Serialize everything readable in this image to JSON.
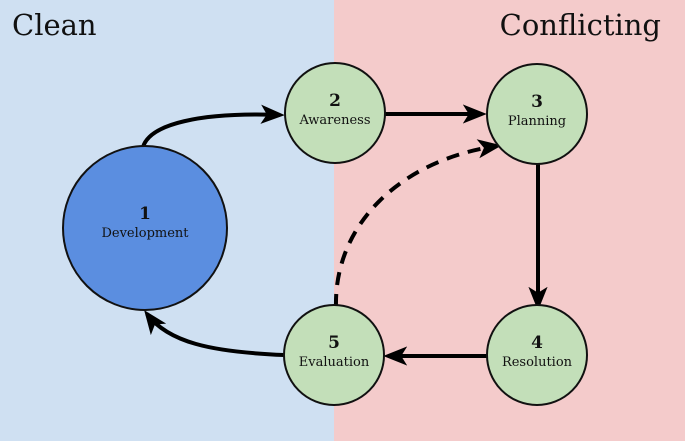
{
  "regions": {
    "left": {
      "title": "Clean",
      "color": "#cfe0f2"
    },
    "right": {
      "title": "Conflicting",
      "color": "#f4cbcb"
    }
  },
  "nodes": [
    {
      "id": "development",
      "number": "1",
      "label": "Development",
      "color": "#5b8ee0"
    },
    {
      "id": "awareness",
      "number": "2",
      "label": "Awareness",
      "color": "#c3dfb9"
    },
    {
      "id": "planning",
      "number": "3",
      "label": "Planning",
      "color": "#c3dfb9"
    },
    {
      "id": "resolution",
      "number": "4",
      "label": "Resolution",
      "color": "#c3dfb9"
    },
    {
      "id": "evaluation",
      "number": "5",
      "label": "Evaluation",
      "color": "#c3dfb9"
    }
  ],
  "edges": [
    {
      "from": "development",
      "to": "awareness",
      "style": "solid"
    },
    {
      "from": "awareness",
      "to": "planning",
      "style": "solid"
    },
    {
      "from": "planning",
      "to": "resolution",
      "style": "solid"
    },
    {
      "from": "resolution",
      "to": "evaluation",
      "style": "solid"
    },
    {
      "from": "evaluation",
      "to": "development",
      "style": "solid"
    },
    {
      "from": "evaluation",
      "to": "planning",
      "style": "dashed"
    }
  ]
}
